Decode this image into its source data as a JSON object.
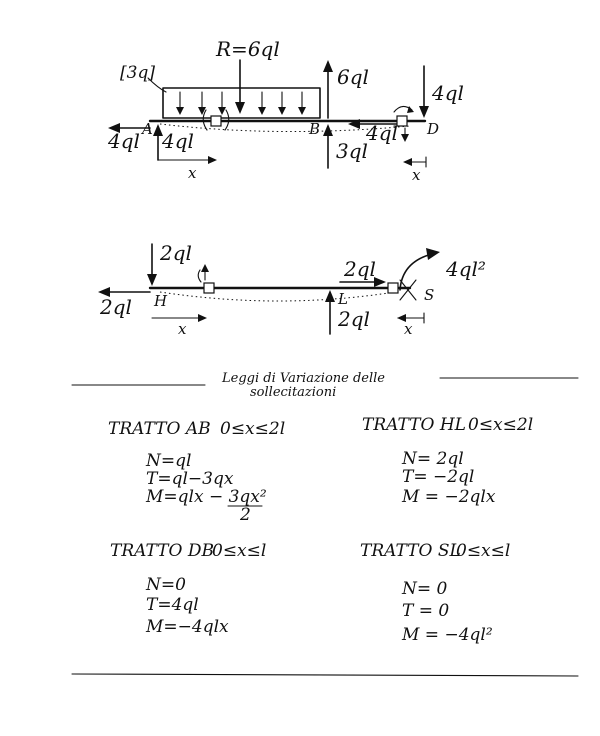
{
  "diagram1": {
    "load_label": "[3q]",
    "resultant_label": "R=6ql",
    "force_top_B": "6ql",
    "force_top_D": "4ql",
    "force_left_A": "4ql",
    "reaction_A": "4ql",
    "force_left_D": "4ql",
    "reaction_B": "3ql",
    "node_A": "A",
    "node_B": "B",
    "node_D": "D",
    "x_left": "x",
    "x_right": "x"
  },
  "diagram2": {
    "force_top_H": "2ql",
    "force_left_H": "2ql",
    "force_top_L": "2ql",
    "reaction_L": "2ql",
    "moment": "4ql²",
    "node_H": "H",
    "node_L": "L",
    "node_S": "S",
    "x_left": "x",
    "x_right": "x"
  },
  "section_title_line1": "Leggi di Variazione delle",
  "section_title_line2": "sollecitazioni",
  "tratti": [
    {
      "name": "TRATTO AB",
      "range": "0≤x≤2l",
      "N": "N=ql",
      "T": "T=ql−3qx",
      "M": "M=qlx − 3qx²",
      "M_den": "2"
    },
    {
      "name": "TRATTO HL",
      "range": "0≤x≤2l",
      "N": "N= 2ql",
      "T": "T= −2ql",
      "M": "M = −2qlx"
    },
    {
      "name": "TRATTO DB",
      "range": "0≤x≤l",
      "N": "N=0",
      "T": "T=4ql",
      "M": "M=−4qlx"
    },
    {
      "name": "TRATTO SL",
      "range": "0≤x≤l",
      "N": "N= 0",
      "T": "T = 0",
      "M": "M = −4ql²"
    }
  ]
}
